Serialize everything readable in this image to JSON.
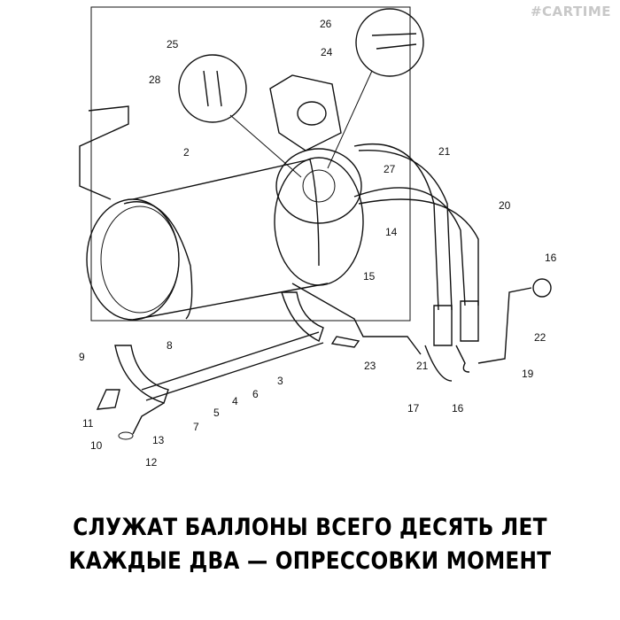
{
  "watermark": "#CARTIME",
  "caption": {
    "line1": "СЛУЖАТ БАЛЛОНЫ ВСЕГО ДЕСЯТЬ ЛЕТ",
    "line2": "КАЖДЫЕ ДВА — ОПРЕССОВКИ МОМЕНТ"
  },
  "diagram": {
    "callouts": [
      "25",
      "28",
      "26",
      "24",
      "2",
      "21",
      "27",
      "20",
      "14",
      "15",
      "16",
      "22",
      "19",
      "23",
      "21",
      "17",
      "16",
      "3",
      "6",
      "4",
      "5",
      "8",
      "9",
      "7",
      "11",
      "13",
      "10",
      "12"
    ]
  }
}
